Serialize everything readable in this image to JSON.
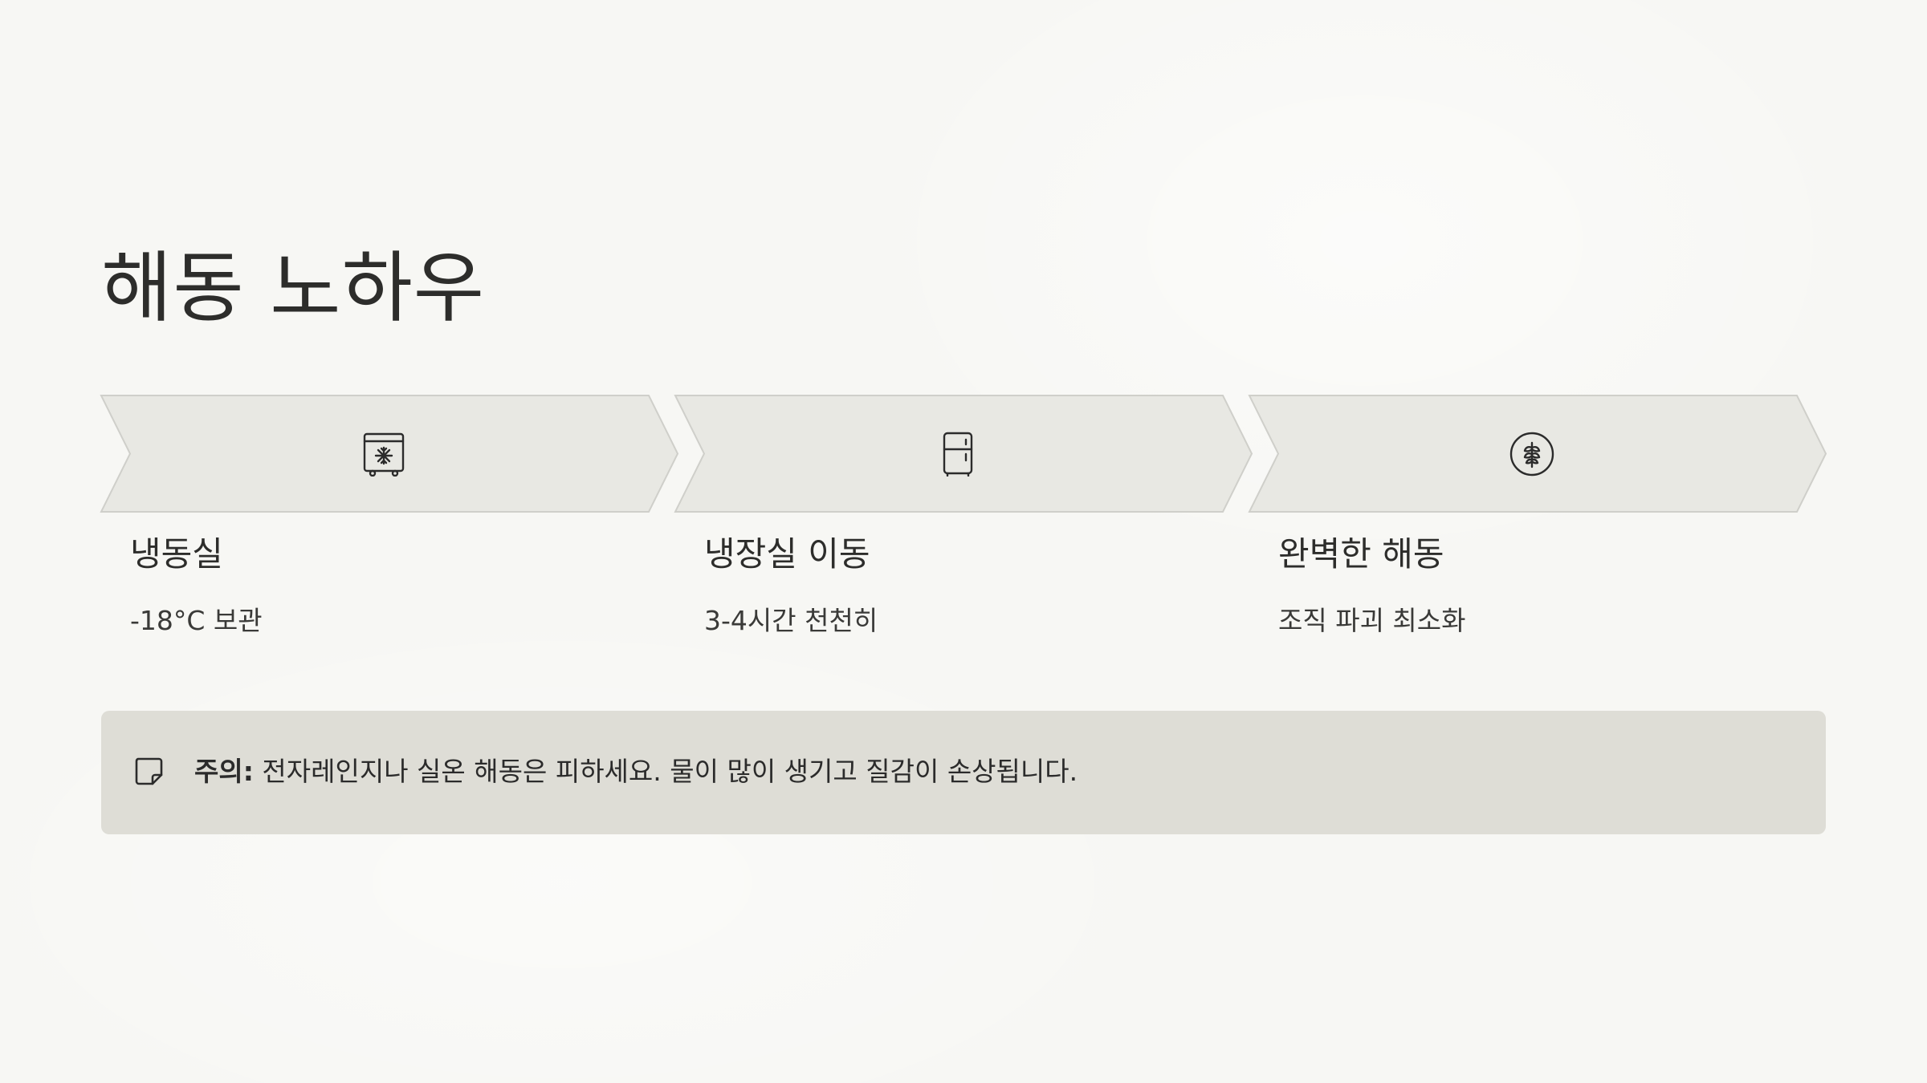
{
  "page": {
    "title": "해동 노하우"
  },
  "steps": [
    {
      "icon": "freezer-icon",
      "title": "냉동실",
      "description": "-18°C 보관"
    },
    {
      "icon": "refrigerator-icon",
      "title": "냉장실 이동",
      "description": "3-4시간 천천히"
    },
    {
      "icon": "leaf-badge-icon",
      "title": "완벽한 해동",
      "description": "조직 파괴 최소화"
    }
  ],
  "notice": {
    "icon": "note-icon",
    "label": "주의:",
    "text": " 전자레인지나 실온 해동은 피하세요. 물이 많이 생기고 질감이 손상됩니다."
  },
  "colors": {
    "background": "#f7f7f4",
    "chevron_fill": "#e8e8e3",
    "chevron_stroke": "#cfcfca",
    "notice_fill": "#deddd6",
    "text": "#2d2d2b"
  }
}
